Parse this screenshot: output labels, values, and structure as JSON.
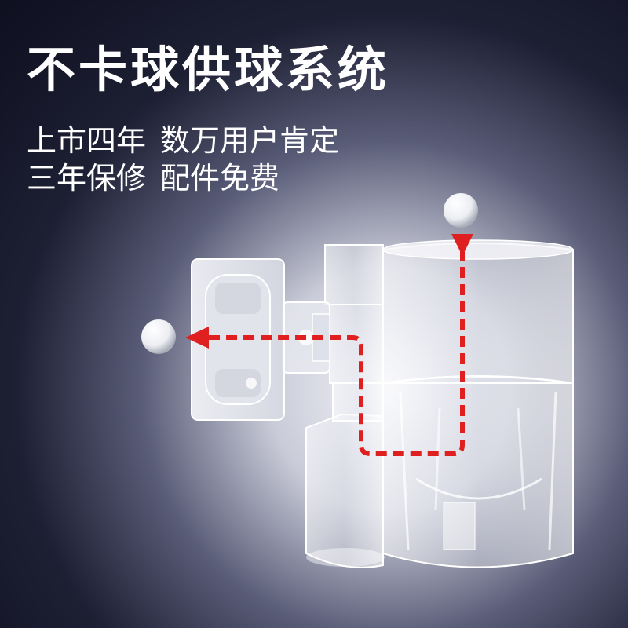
{
  "headline": "不卡球供球系统",
  "taglines": [
    {
      "part1": "上市四年",
      "part2": "数万用户肯定"
    },
    {
      "part1": "三年保修",
      "part2": "配件免费"
    }
  ],
  "colors": {
    "background_dark": "#0e0f1f",
    "text": "#ffffff",
    "arrow": "#e02020",
    "ball": "#ffffff"
  }
}
